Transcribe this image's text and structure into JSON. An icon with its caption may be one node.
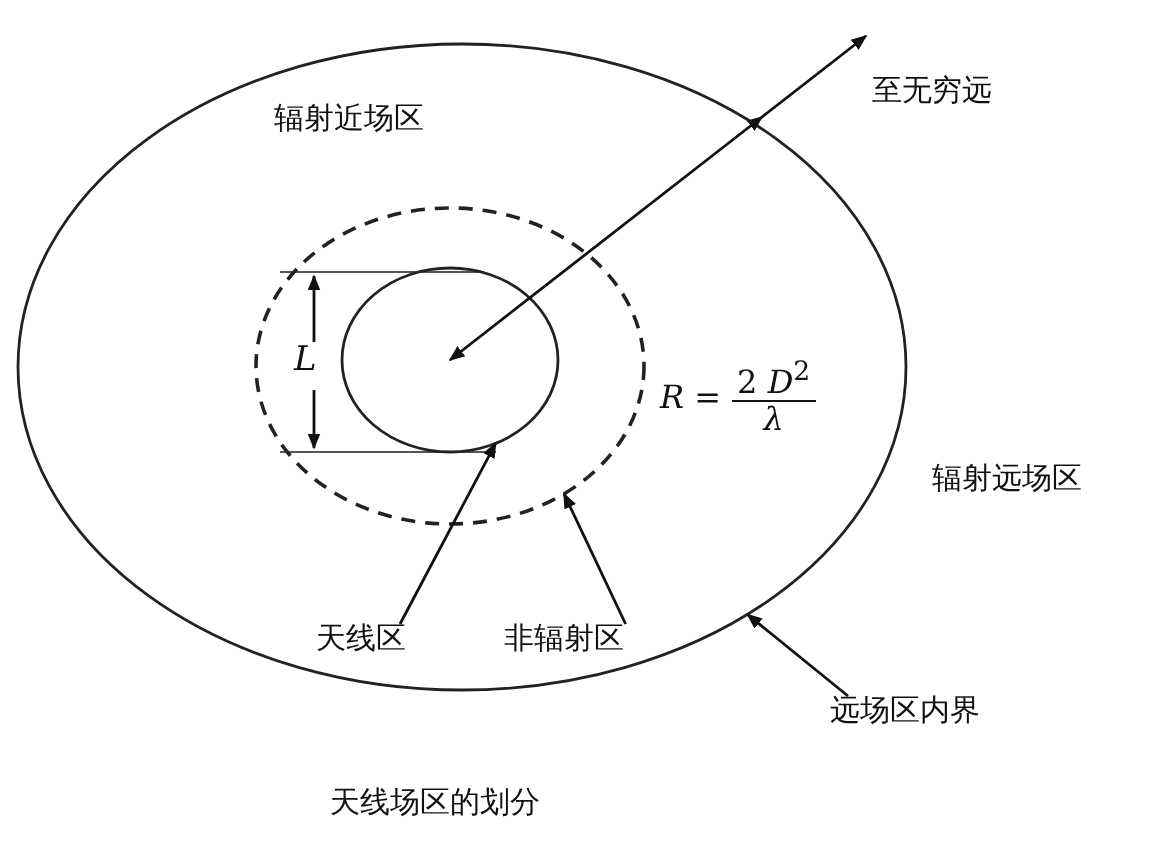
{
  "diagram": {
    "caption": "天线场区的划分",
    "nodes": [
      {
        "text": [],
        "shape": "ellipse"
      },
      {
        "text": [],
        "shape": "ellipse",
        "in": 0
      },
      {
        "text": [],
        "shape": "ellipse",
        "in": 1
      },
      {
        "text": [
          "天线区"
        ],
        "in": 0
      },
      {
        "text": [
          "非辐射区"
        ],
        "in": 0
      },
      {
        "text": [
          "远场区内界"
        ]
      },
      {
        "text": [
          "至无穷远"
        ]
      }
    ],
    "edges": [
      {
        "from": 3,
        "to": 2,
        "arrow": "to"
      },
      {
        "from": 4,
        "to": 1,
        "arrow": "to"
      },
      {
        "from": 5,
        "to": 0,
        "arrow": "to"
      },
      {
        "from": 2,
        "to": 6,
        "arrow": "both"
      }
    ],
    "labels": [
      "辐射近场区",
      "*R* =",
      "2 *D*$^{2}$",
      "*λ*",
      "*L*",
      "辐射远场区"
    ]
  }
}
